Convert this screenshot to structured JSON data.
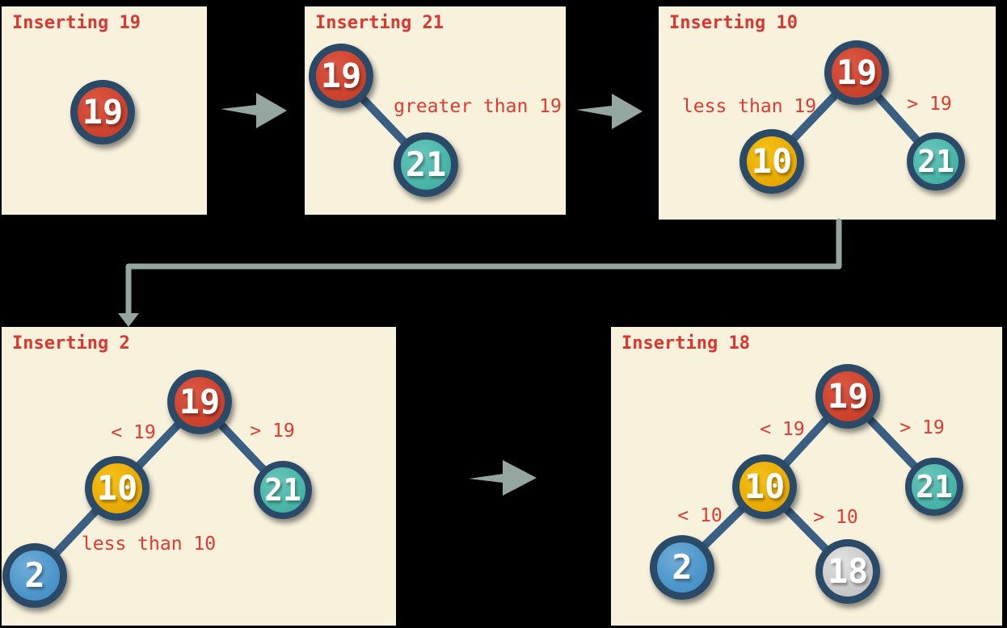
{
  "colors": {
    "page_background": "#000000",
    "panel_background": "#F8F1DC",
    "text_red": "#D93732",
    "node_ring_navy": "#2B4A68",
    "edge_navy": "#3A5F83",
    "arrow_gray": "#95A5A0",
    "node_red": "#CE4530",
    "node_teal": "#49B6A9",
    "node_gold": "#EAAB04",
    "node_blue": "#4C96CB",
    "node_silver": "#C9C9C9",
    "node_text": "#FFFFFF"
  },
  "panels": [
    {
      "title": "Inserting 19",
      "nodes": [
        {
          "value": "19",
          "color": "red"
        }
      ],
      "labels": []
    },
    {
      "title": "Inserting 21",
      "nodes": [
        {
          "value": "19",
          "color": "red"
        },
        {
          "value": "21",
          "color": "teal"
        }
      ],
      "labels": [
        {
          "text": "greater than 19"
        }
      ]
    },
    {
      "title": "Inserting 10",
      "nodes": [
        {
          "value": "19",
          "color": "red"
        },
        {
          "value": "10",
          "color": "gold"
        },
        {
          "value": "21",
          "color": "teal"
        }
      ],
      "labels": [
        {
          "text": "less than 19"
        },
        {
          "text": "> 19"
        }
      ]
    },
    {
      "title": "Inserting 2",
      "nodes": [
        {
          "value": "19",
          "color": "red"
        },
        {
          "value": "10",
          "color": "gold"
        },
        {
          "value": "21",
          "color": "teal"
        },
        {
          "value": "2",
          "color": "blue"
        }
      ],
      "labels": [
        {
          "text": "< 19"
        },
        {
          "text": "> 19"
        },
        {
          "text": "less than 10"
        }
      ]
    },
    {
      "title": "Inserting 18",
      "nodes": [
        {
          "value": "19",
          "color": "red"
        },
        {
          "value": "10",
          "color": "gold"
        },
        {
          "value": "21",
          "color": "teal"
        },
        {
          "value": "2",
          "color": "blue"
        },
        {
          "value": "18",
          "color": "silver"
        }
      ],
      "labels": [
        {
          "text": "< 19"
        },
        {
          "text": "> 19"
        },
        {
          "text": "< 10"
        },
        {
          "text": "> 10"
        }
      ]
    }
  ],
  "arrows": [
    {
      "name": "step-1-to-2"
    },
    {
      "name": "step-2-to-3"
    },
    {
      "name": "step-3-to-4-elbow"
    },
    {
      "name": "step-4-to-5"
    }
  ]
}
